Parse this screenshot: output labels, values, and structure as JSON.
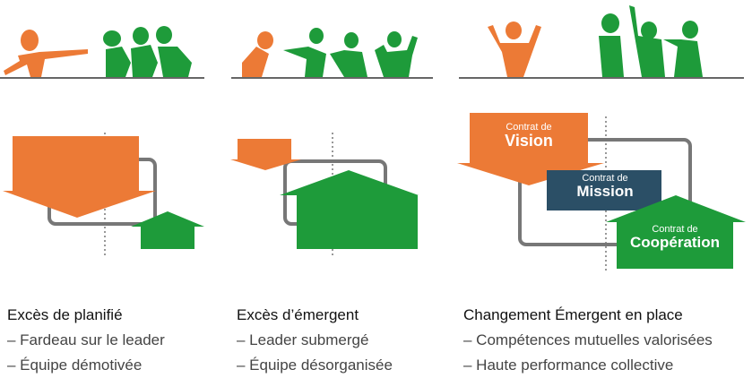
{
  "colors": {
    "orange": "#EC7A36",
    "green": "#1E9B3A",
    "navy": "#2B4F66",
    "gray_line": "#777777",
    "ground": "#666666"
  },
  "icons": [
    "person-pointing-icon",
    "people-group-icon",
    "person-bowing-icon",
    "person-arms-up-icon"
  ],
  "panels": [
    {
      "caption_title": "Excès de planifié",
      "caption_lines": [
        "– Fardeau sur le leader",
        "– Équipe démotivée"
      ]
    },
    {
      "caption_title": "Excès d’émergent",
      "caption_lines": [
        "– Leader submergé",
        "– Équipe désorganisée"
      ]
    },
    {
      "caption_title": "Changement Émergent en place",
      "caption_lines": [
        "– Compétences mutuelles valorisées",
        "– Haute performance collective"
      ],
      "vision_small": "Contrat de",
      "vision_big": "Vision",
      "mission_small": "Contrat de",
      "mission_big": "Mission",
      "coop_small": "Contrat de",
      "coop_big": "Coopération"
    }
  ]
}
